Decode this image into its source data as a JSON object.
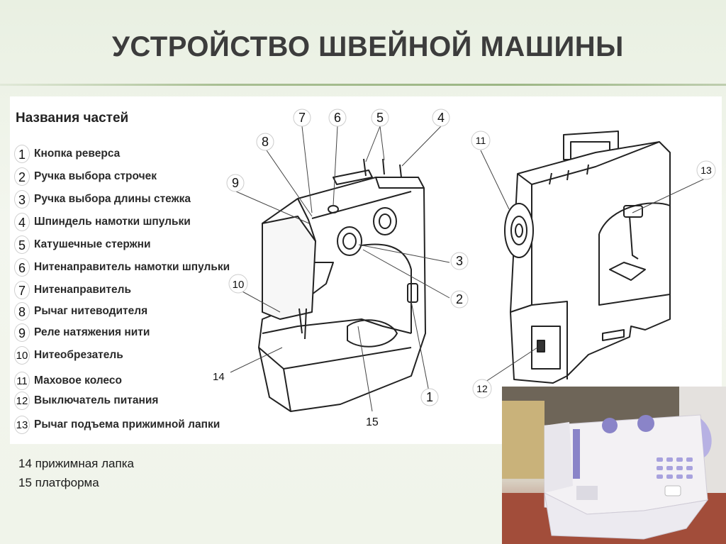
{
  "title": "УСТРОЙСТВО ШВЕЙНОЙ МАШИНЫ",
  "parts_heading": "Названия частей",
  "parts": [
    {
      "num": "1",
      "label": "Кнопка реверса"
    },
    {
      "num": "2",
      "label": "Ручка выбора строчек"
    },
    {
      "num": "3",
      "label": "Ручка выбора длины стежка"
    },
    {
      "num": "4",
      "label": "Шпиндель намотки шпульки"
    },
    {
      "num": "5",
      "label": "Катушечные стержни"
    },
    {
      "num": "6",
      "label": "Нитенаправитель намотки шпульки"
    },
    {
      "num": "7",
      "label": "Нитенаправитель"
    },
    {
      "num": "8",
      "label": "Рычаг нитеводителя"
    },
    {
      "num": "9",
      "label": "Реле натяжения нити"
    },
    {
      "num": "10",
      "label": "Нитеобрезатель"
    },
    {
      "num": "11",
      "label": "Маховое колесо"
    },
    {
      "num": "12",
      "label": "Выключатель питания"
    },
    {
      "num": "13",
      "label": "Рычаг подъема прижимной лапки"
    }
  ],
  "callouts": {
    "c1": "1",
    "c2": "2",
    "c3": "3",
    "c4": "4",
    "c5": "5",
    "c6": "6",
    "c7": "7",
    "c8": "8",
    "c9": "9",
    "c10": "10",
    "c11": "11",
    "c12": "12",
    "c13": "13",
    "c14": "14",
    "c15": "15"
  },
  "extra_notes": [
    "14 прижимная лапка",
    "15 платформа"
  ],
  "colors": {
    "accent_rule": "#a9bf93",
    "title": "#3c3c3c",
    "machine_purple": "#8a84c8"
  }
}
